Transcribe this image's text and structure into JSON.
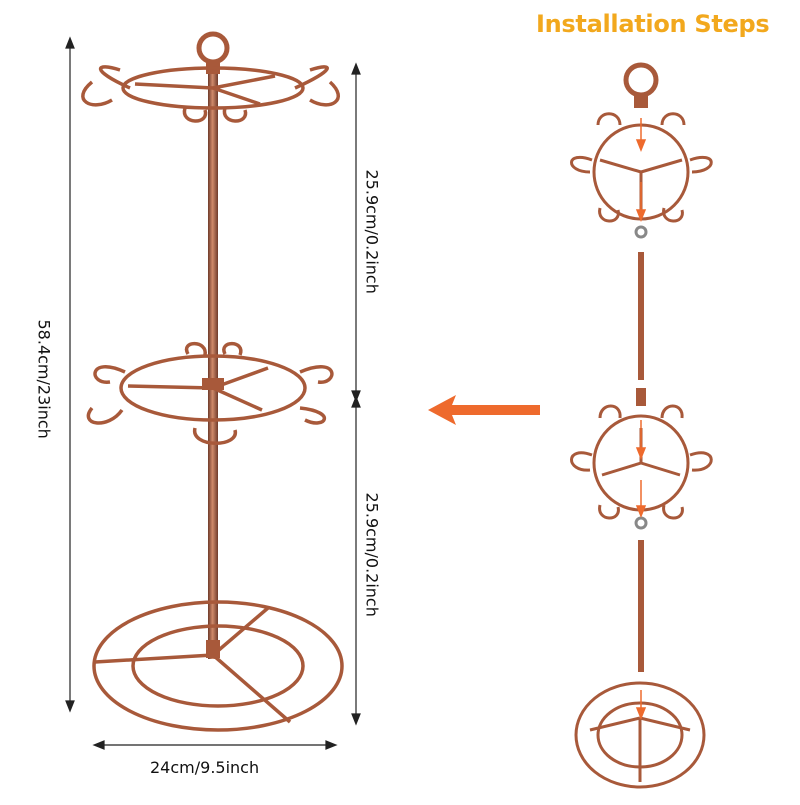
{
  "installation_title": "Installation Steps",
  "dimensions": {
    "total_height": "58.4cm/23inch",
    "upper_section": "25.9cm/0.2inch",
    "lower_section": "25.9cm/0.2inch",
    "base_width": "24cm/9.5inch"
  },
  "colors": {
    "copper": "#a8593a",
    "copper_dark": "#6e3a2a",
    "arrow": "#ee6a2d",
    "title": "#f2a81d"
  },
  "icons": {
    "large_arrow": "arrow-left-icon",
    "step_arrow": "arrow-down-icon"
  }
}
